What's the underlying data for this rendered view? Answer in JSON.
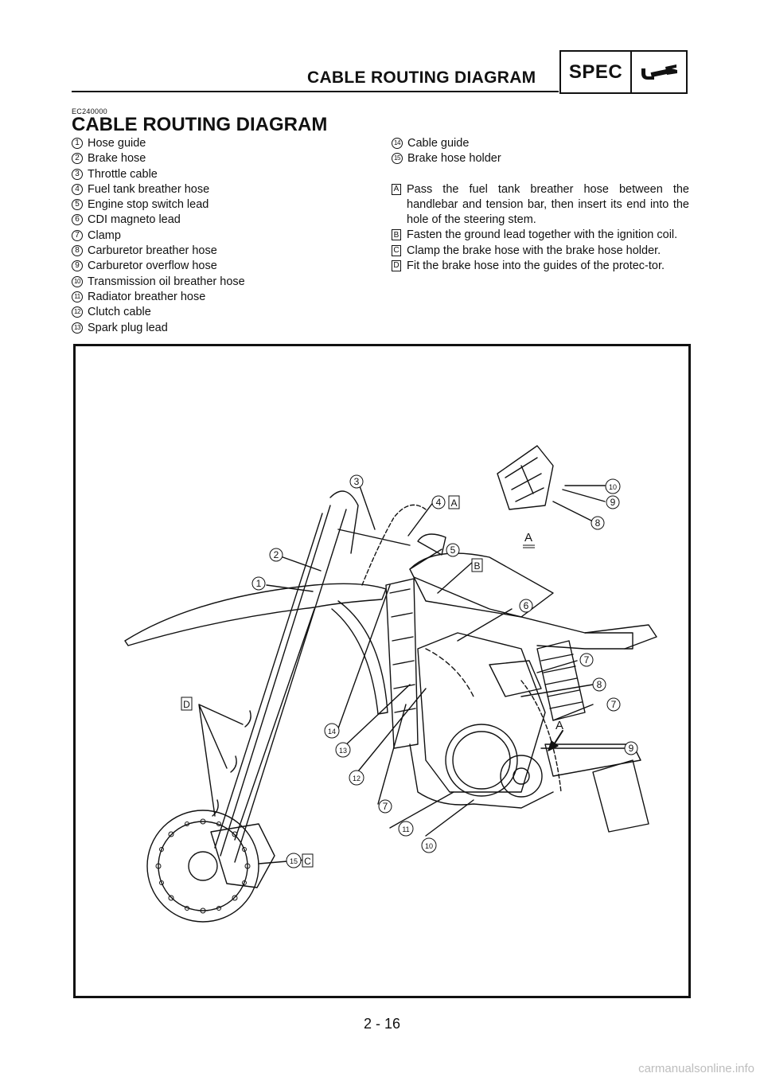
{
  "header": {
    "title": "CABLE ROUTING DIAGRAM",
    "spec_label": "SPEC"
  },
  "section": {
    "code": "EC240000",
    "title": "CABLE ROUTING DIAGRAM"
  },
  "parts": [
    {
      "num": "1",
      "label": "Hose guide"
    },
    {
      "num": "2",
      "label": "Brake hose"
    },
    {
      "num": "3",
      "label": "Throttle cable"
    },
    {
      "num": "4",
      "label": "Fuel tank breather hose"
    },
    {
      "num": "5",
      "label": "Engine stop switch lead"
    },
    {
      "num": "6",
      "label": "CDI magneto lead"
    },
    {
      "num": "7",
      "label": "Clamp"
    },
    {
      "num": "8",
      "label": "Carburetor breather hose"
    },
    {
      "num": "9",
      "label": "Carburetor overflow hose"
    },
    {
      "num": "10",
      "label": "Transmission oil breather hose"
    },
    {
      "num": "11",
      "label": "Radiator breather hose"
    },
    {
      "num": "12",
      "label": "Clutch cable"
    },
    {
      "num": "13",
      "label": "Spark plug lead"
    },
    {
      "num": "14",
      "label": "Cable guide"
    },
    {
      "num": "15",
      "label": "Brake hose holder"
    }
  ],
  "notes": [
    {
      "letter": "A",
      "text": "Pass the fuel tank breather hose between the handlebar and tension bar, then insert its end into the hole of the steering stem."
    },
    {
      "letter": "B",
      "text": "Fasten the ground lead together with the ignition coil."
    },
    {
      "letter": "C",
      "text": "Clamp the brake hose with the brake hose holder."
    },
    {
      "letter": "D",
      "text": "Fit the brake hose into the guides of the protec-tor."
    }
  ],
  "figure": {
    "callouts": [
      "1",
      "2",
      "3",
      "4",
      "5",
      "6",
      "7",
      "8",
      "9",
      "10",
      "11",
      "12",
      "13",
      "14",
      "15"
    ],
    "boxed_letters": [
      "A",
      "B",
      "C",
      "D"
    ],
    "detail_label": "A",
    "arrow_label": "A"
  },
  "footer": {
    "page_number": "2 - 16",
    "watermark": "carmanualsonline.info"
  },
  "colors": {
    "ink": "#111111",
    "watermark": "#bdbdbd",
    "background": "#ffffff"
  },
  "icons": [
    "wrench-icon"
  ]
}
